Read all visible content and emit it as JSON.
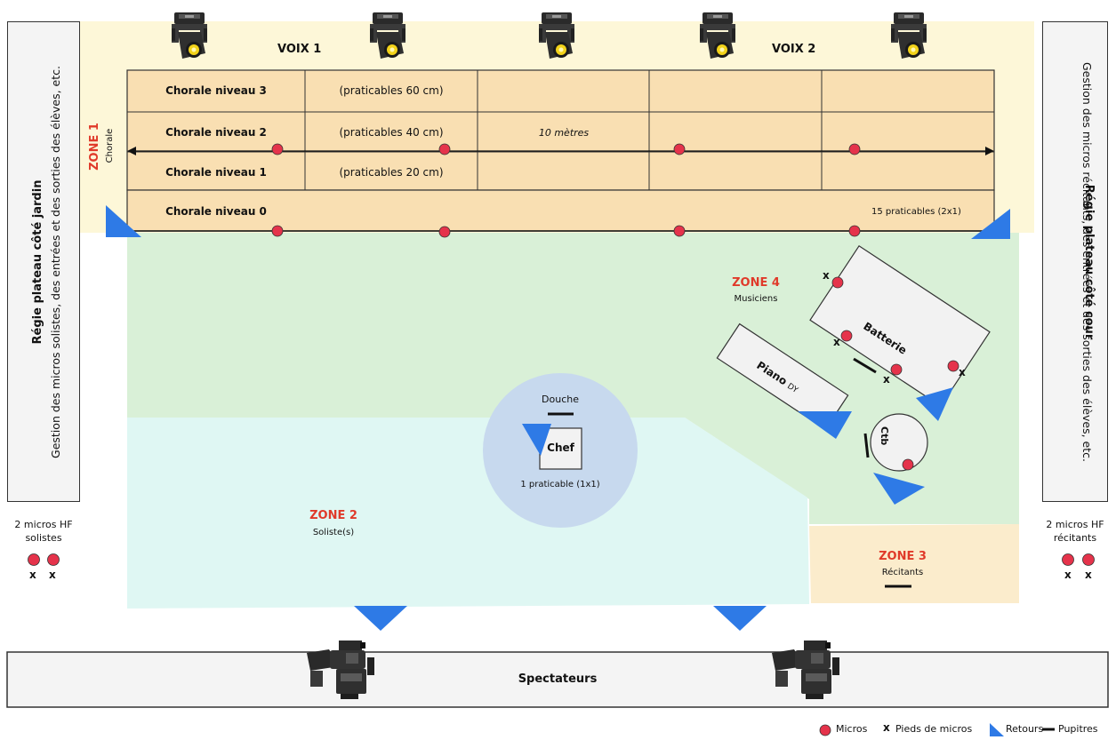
{
  "colors": {
    "chorale_bg": "#fdf7d8",
    "chorale_rows": "#f9dfb2",
    "zone4_bg": "#d9f0d7",
    "zone2_bg": "#dff7f3",
    "zone3_bg": "#fbeccc",
    "douche_circle": "#c7d9ee",
    "mic_red": "#e5334b",
    "monitor_blue": "#2e7ae6",
    "zone_title_red": "#e03a2a",
    "side_box_bg": "#f4f4f4"
  },
  "voices": {
    "voix1": "VOIX 1",
    "voix2": "VOIX 2"
  },
  "chorale_table": {
    "rows": [
      {
        "name": "Chorale niveau 3",
        "detail": "(praticables 60 cm)"
      },
      {
        "name": "Chorale niveau 2",
        "detail": "(praticables 40 cm)"
      },
      {
        "name": "Chorale niveau 1",
        "detail": "(praticables 20 cm)"
      }
    ],
    "measure": "10 mètres",
    "level0": "Chorale niveau 0",
    "level0_note": "15 praticables (2x1)"
  },
  "zones": {
    "zone1": {
      "title": "ZONE 1",
      "subtitle": "Chorale"
    },
    "zone2": {
      "title": "ZONE 2",
      "subtitle": "Soliste(s)"
    },
    "zone3": {
      "title": "ZONE 3",
      "subtitle": "Récitants"
    },
    "zone4": {
      "title": "ZONE 4",
      "subtitle": "Musiciens"
    }
  },
  "center": {
    "douche": "Douche",
    "chef": "Chef",
    "praticable": "1 praticable (1x1)"
  },
  "instruments": {
    "batterie": "Batterie",
    "piano": "Piano",
    "piano_sub": "DY",
    "ctb": "Ctb"
  },
  "left_panel": {
    "title": "Régie plateau côté jardin",
    "body": "Gestion des micros solistes, des entrées et des sorties des élèves, etc.",
    "mics_line1": "2 micros HF",
    "mics_line2": "solistes"
  },
  "right_panel": {
    "title": "Régie plateau côté cour",
    "body": "Gestion des micros récitants, des entrées et des sorties des élèves, etc.",
    "mics_line1": "2 micros HF",
    "mics_line2": "récitants"
  },
  "stand_mark": "x",
  "audience": "Spectateurs",
  "legend": {
    "micros": "Micros",
    "pieds": "Pieds de micros",
    "retours": "Retours",
    "pupitres": "Pupitres"
  },
  "equipment": {
    "moving_heads": 5,
    "cameras": 2
  }
}
